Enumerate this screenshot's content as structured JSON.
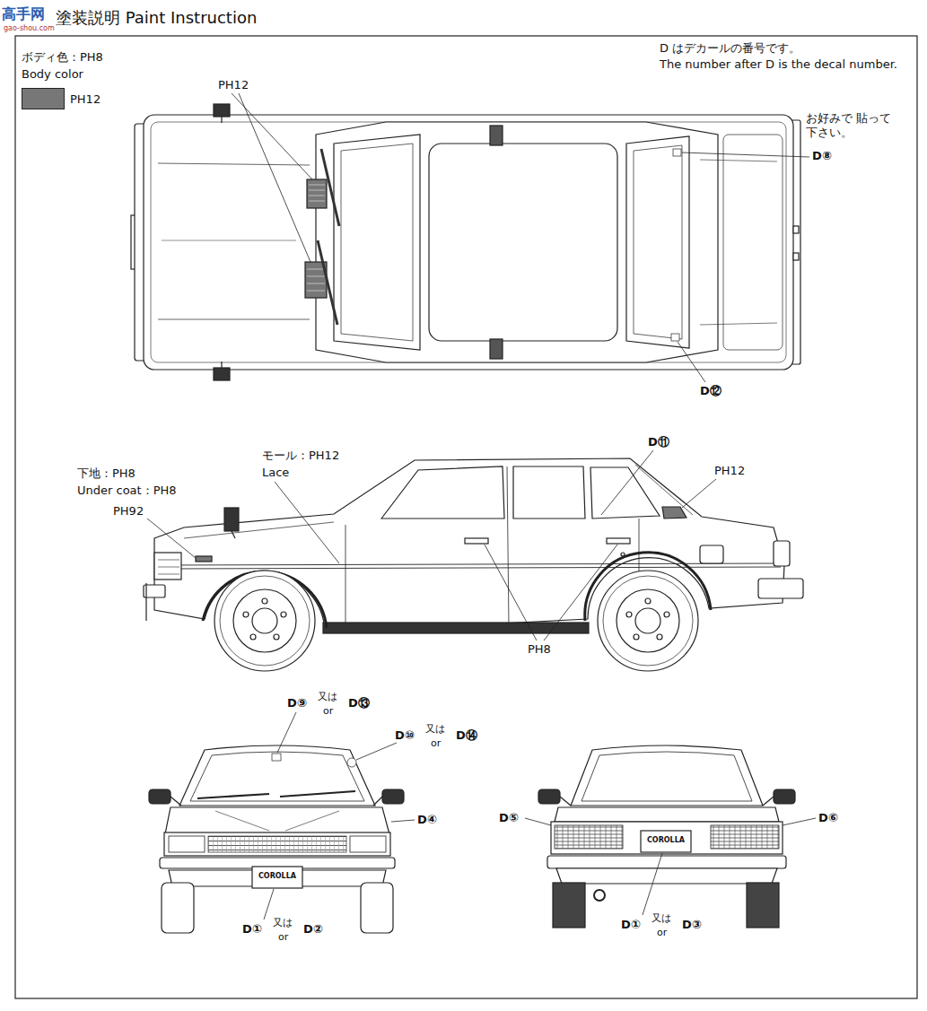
{
  "diagram": {
    "title": "塗装説明 Paint Instruction",
    "labels": [
      "D はデカールの番号です。",
      "The number after D is the decal number.",
      "ボディ色：PH8",
      "Body color",
      "PH12",
      "お好みで 貼って下さい。",
      "D⑧",
      "D⑫",
      "下地：PH8",
      "Under coat：PH8",
      "PH92",
      "モール：PH12",
      "Lace",
      "D⑪",
      "PH12",
      "PH8",
      "D⑨",
      "又は",
      "or",
      "D⑬",
      "D⑩",
      "又は",
      "or",
      "D⑭",
      "D④",
      "COROLLA",
      "D①",
      "又は",
      "or",
      "D②",
      "D⑤",
      "D⑥",
      "COROLLA",
      "D①",
      "又は",
      "or",
      "D③",
      "高手网",
      "gao-shou.com"
    ],
    "legend": [
      {
        "text": "PH12",
        "color": "#777777"
      }
    ]
  }
}
